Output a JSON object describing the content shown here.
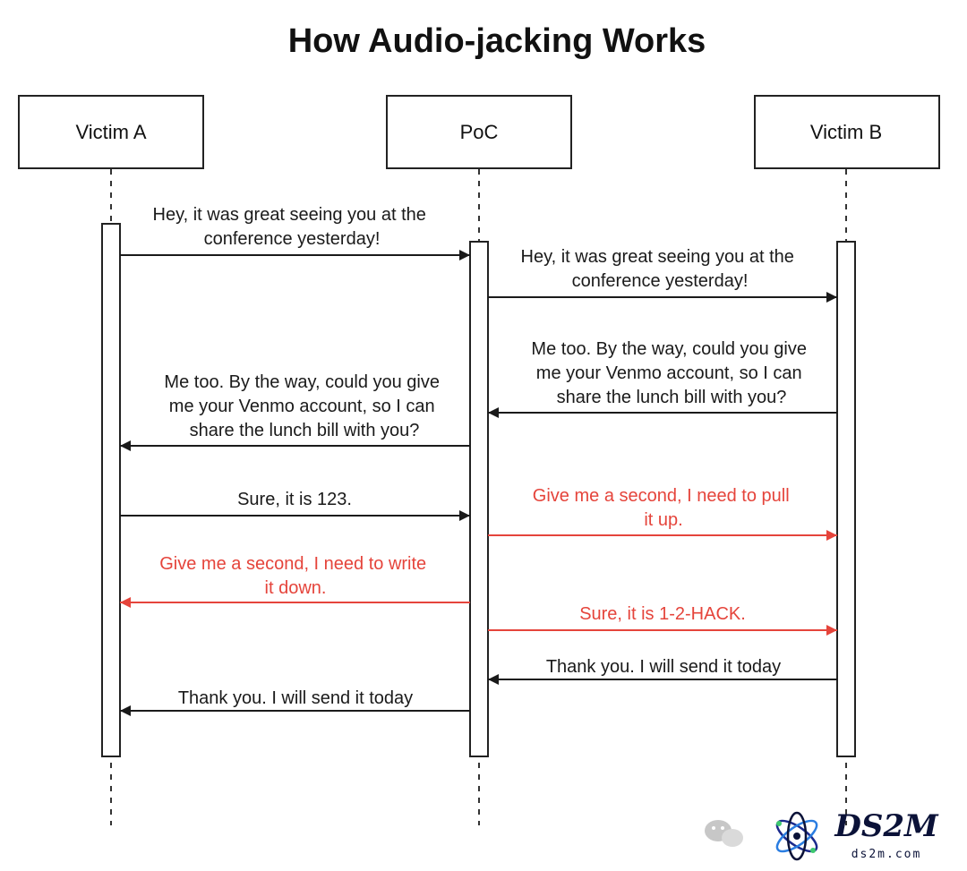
{
  "title": "How Audio-jacking Works",
  "colors": {
    "normal": "#1a1a1a",
    "attack": "#e5443b"
  },
  "actors": [
    {
      "id": "a",
      "label": "Victim A"
    },
    {
      "id": "p",
      "label": "PoC"
    },
    {
      "id": "b",
      "label": "Victim B"
    }
  ],
  "messages": [
    {
      "from": "a",
      "to": "p",
      "style": "normal",
      "lines": [
        "Hey, it was great seeing you at the",
        "conference yesterday!"
      ]
    },
    {
      "from": "p",
      "to": "b",
      "style": "normal",
      "lines": [
        "Hey, it was great seeing you at the",
        "conference yesterday!"
      ]
    },
    {
      "from": "b",
      "to": "p",
      "style": "normal",
      "lines": [
        "Me too.  By the way, could you give",
        "me your Venmo account, so I can",
        "share the lunch bill with you?"
      ]
    },
    {
      "from": "p",
      "to": "a",
      "style": "normal",
      "lines": [
        "Me too.  By the way, could you give",
        "me your Venmo account, so I can",
        "share the lunch bill with you?"
      ]
    },
    {
      "from": "a",
      "to": "p",
      "style": "normal",
      "lines": [
        "Sure, it is 123."
      ]
    },
    {
      "from": "p",
      "to": "b",
      "style": "attack",
      "lines": [
        "Give me a second, I need to pull",
        "it up."
      ]
    },
    {
      "from": "p",
      "to": "a",
      "style": "attack",
      "lines": [
        "Give me a second, I need to write",
        "it down."
      ]
    },
    {
      "from": "p",
      "to": "b",
      "style": "attack",
      "lines": [
        "Sure, it is 1-2-HACK."
      ]
    },
    {
      "from": "b",
      "to": "p",
      "style": "normal",
      "lines": [
        "Thank you. I will send it today"
      ]
    },
    {
      "from": "p",
      "to": "a",
      "style": "normal",
      "lines": [
        "Thank you. I will send it today"
      ]
    }
  ],
  "watermark": {
    "brand": "DS2M",
    "domain": "ds2m.com",
    "icon": "wechat-icon"
  }
}
